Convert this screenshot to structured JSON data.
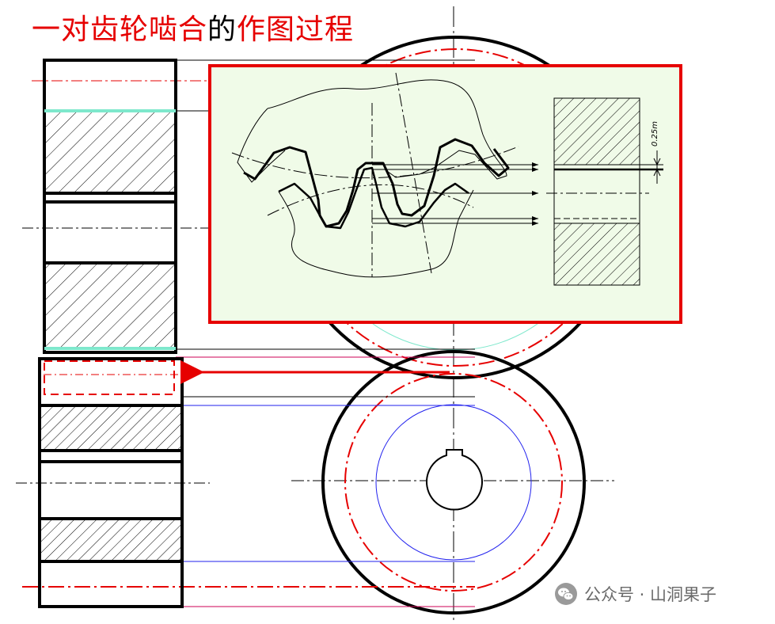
{
  "title": {
    "part1": "一对齿轮啮合",
    "part2": "的",
    "part3": "作图过程"
  },
  "detail": {
    "dimension_note": "0.25m"
  },
  "watermark": {
    "icon": "wechat-icon",
    "text": "公众号 · 山洞果子"
  },
  "colors": {
    "highlight": "#e60000",
    "inset_background": "#f0fbe8",
    "addendum_line": "#7ee8cc",
    "pitch_circle_blue": "#2222ee",
    "projection_line": "#cc0055"
  }
}
